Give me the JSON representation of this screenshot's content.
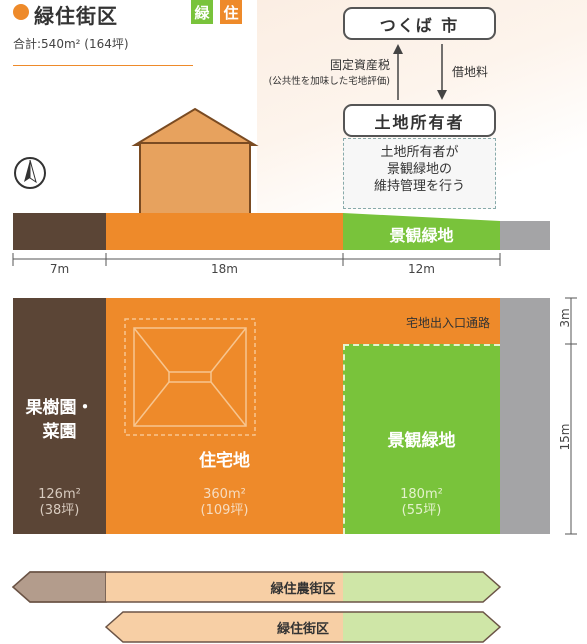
{
  "header": {
    "title": "緑住街区",
    "subtitle": "合計:540m² (164坪)",
    "badge_green": "緑",
    "badge_orange": "住"
  },
  "flow": {
    "city": "つくば 市",
    "owner": "土地所有者",
    "tax_label": "固定資産税",
    "tax_note": "(公共性を加味した宅地評価)",
    "rent_label": "借地料",
    "maintenance_note": [
      "土地所有者が",
      "景観緑地の",
      "維持管理を行う"
    ]
  },
  "section": {
    "green_label": "景観緑地"
  },
  "dimensions": {
    "width_left": "7m",
    "width_mid": "18m",
    "width_right": "12m",
    "depth_top": "3m",
    "depth_main": "15m"
  },
  "plan": {
    "passage_label": "宅地出入口通路",
    "orchard": {
      "name": [
        "果樹園・",
        "菜園"
      ],
      "area": "126m²",
      "tsubo": "(38坪)"
    },
    "residential": {
      "name": "住宅地",
      "area": "360m²",
      "tsubo": "(109坪)"
    },
    "green": {
      "name": "景観緑地",
      "area": "180m²",
      "tsubo": "(55坪)"
    }
  },
  "zones": {
    "agri": "緑住農街区",
    "res": "緑住街区"
  },
  "colors": {
    "orange": "#ee8a2a",
    "green": "#79c33b",
    "brown": "#5b4536",
    "gray": "#a4a4a6",
    "light_orange": "#f7cfa5",
    "light_green": "#cfe6a7"
  }
}
